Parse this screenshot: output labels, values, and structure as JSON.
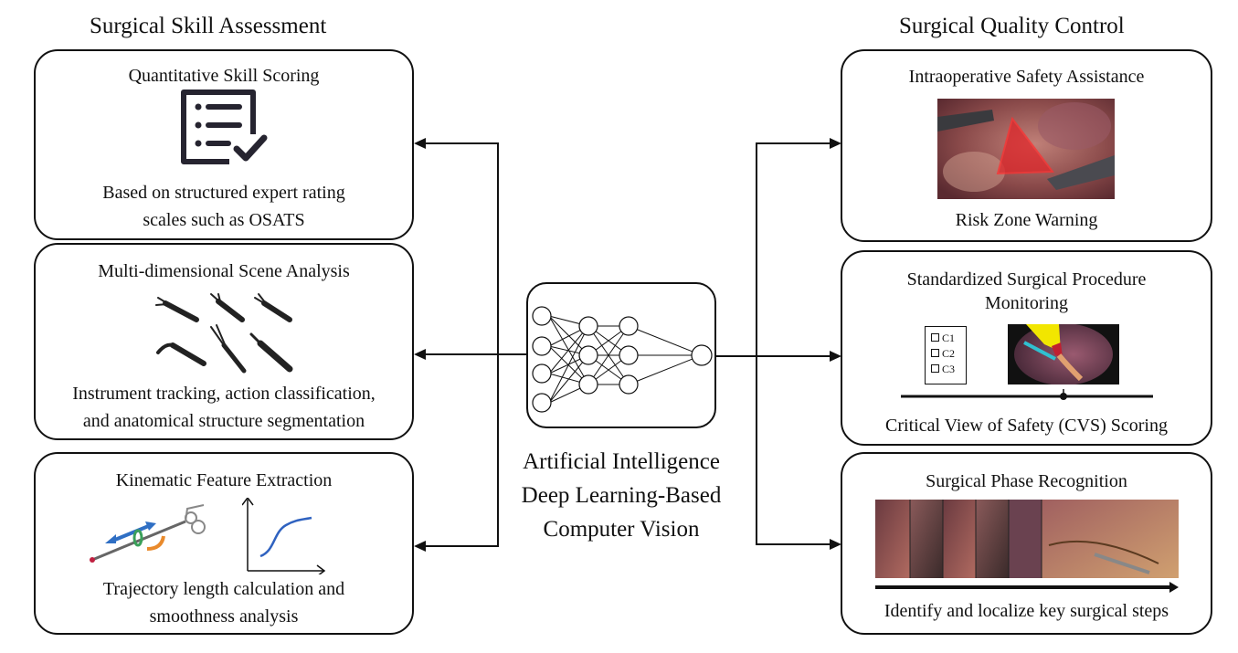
{
  "left": {
    "title": "Surgical Skill Assessment",
    "boxes": [
      {
        "title": "Quantitative Skill Scoring",
        "desc": [
          "Based on structured expert rating",
          "scales such as OSATS"
        ],
        "icon": "checklist-icon"
      },
      {
        "title": "Multi-dimensional Scene Analysis",
        "desc": [
          "Instrument tracking, action classification,",
          "and anatomical structure segmentation"
        ],
        "icon": "surgical-instruments-image"
      },
      {
        "title": "Kinematic Feature Extraction",
        "desc": [
          "Trajectory length calculation and",
          "smoothness analysis"
        ],
        "icon": "trajectory-curve-chart"
      }
    ]
  },
  "right": {
    "title": "Surgical Quality Control",
    "boxes": [
      {
        "title": [
          "Intraoperative Safety Assistance"
        ],
        "desc": "Risk Zone Warning",
        "icon": "risk-zone-image"
      },
      {
        "title": [
          "Standardized Surgical Procedure",
          "Monitoring"
        ],
        "desc": "Critical View of Safety (CVS) Scoring",
        "checklist": [
          "C1",
          "C2",
          "C3"
        ],
        "icon": "cvs-image"
      },
      {
        "title": [
          "Surgical Phase Recognition"
        ],
        "desc": "Identify and localize key surgical steps",
        "icon": "phase-timeline-image"
      }
    ]
  },
  "center": {
    "lines": [
      "Artificial Intelligence",
      "Deep Learning-Based",
      "Computer Vision"
    ],
    "icon": "neural-network-icon"
  },
  "colors": {
    "stroke": "#111111",
    "risk": "#e0262a",
    "arrow_blue": "#2f6fc4",
    "arrow_orange": "#e98a2c",
    "curve": "#2f62c0",
    "icon_dark": "#262430"
  }
}
